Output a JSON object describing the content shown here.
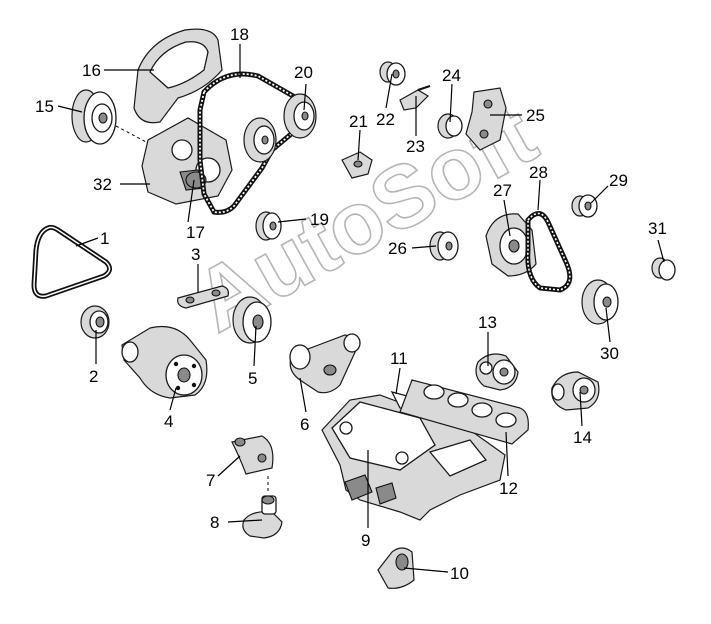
{
  "diagram": {
    "watermark": "AutoSoft",
    "labels": {
      "p1": "1",
      "p2": "2",
      "p3": "3",
      "p4": "4",
      "p5": "5",
      "p6": "6",
      "p7": "7",
      "p8": "8",
      "p9": "9",
      "p10": "10",
      "p11": "11",
      "p12": "12",
      "p13": "13",
      "p14": "14",
      "p15": "15",
      "p16": "16",
      "p17": "17",
      "p18": "18",
      "p19": "19",
      "p20": "20",
      "p21": "21",
      "p22": "22",
      "p23": "23",
      "p24": "24",
      "p25": "25",
      "p26": "26",
      "p27": "27",
      "p28": "28",
      "p29": "29",
      "p30": "30",
      "p31": "31",
      "p32": "32"
    }
  }
}
